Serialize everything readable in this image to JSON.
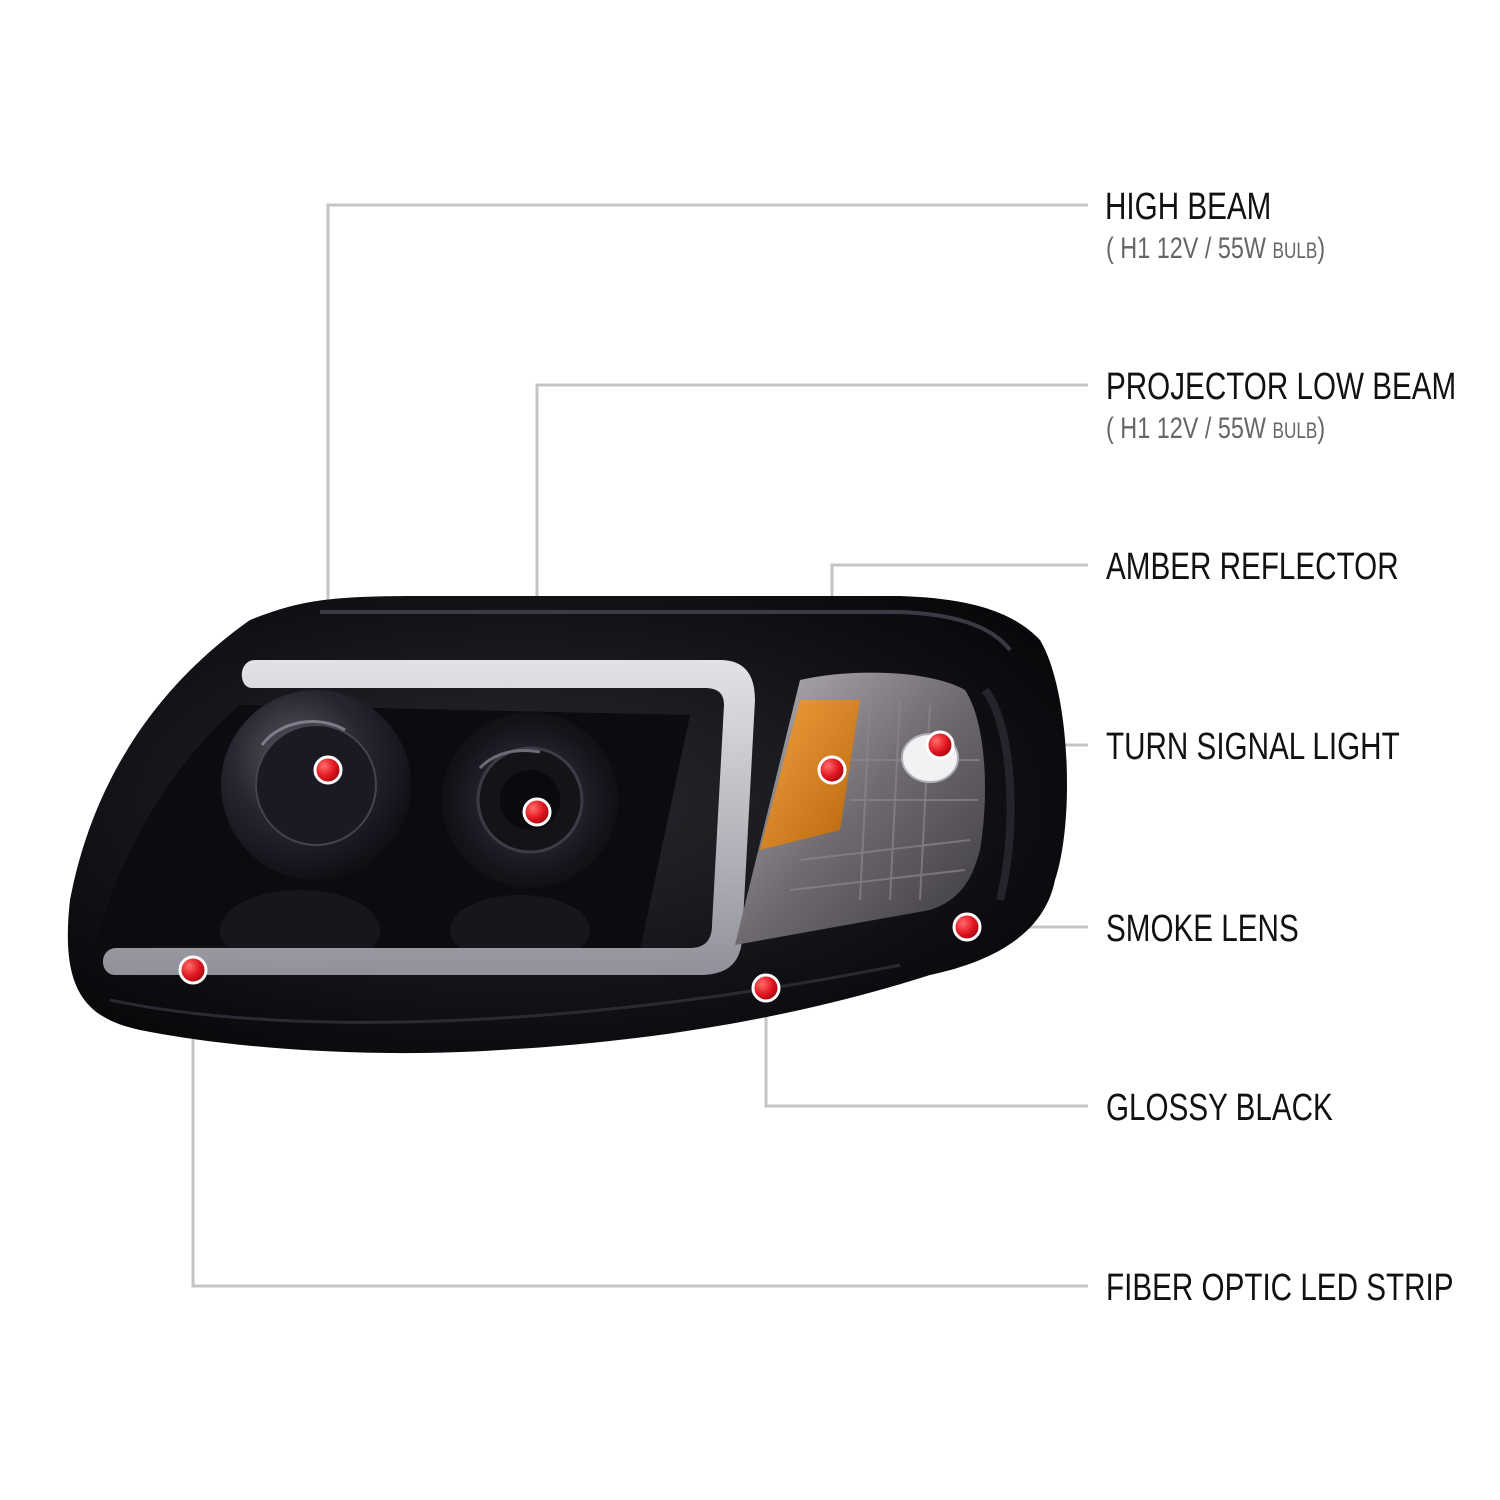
{
  "callouts": [
    {
      "id": "high-beam",
      "label": "HIGH BEAM",
      "sub_open": "(",
      "sub_main": "H1 12V / 55W",
      "sub_unit": "BULB",
      "sub_close": ")"
    },
    {
      "id": "projector-low-beam",
      "label": "PROJECTOR LOW BEAM",
      "sub_open": "(",
      "sub_main": "H1 12V / 55W",
      "sub_unit": "BULB",
      "sub_close": ")"
    },
    {
      "id": "amber-reflector",
      "label": "AMBER REFLECTOR"
    },
    {
      "id": "turn-signal-light",
      "label": "TURN SIGNAL LIGHT"
    },
    {
      "id": "smoke-lens",
      "label": "SMOKE LENS"
    },
    {
      "id": "glossy-black",
      "label": "GLOSSY BLACK"
    },
    {
      "id": "fiber-optic-led-strip",
      "label": "FIBER OPTIC LED STRIP"
    }
  ],
  "colors": {
    "leader_line": "#c4c4c4",
    "marker_red": "#e0141e",
    "housing_black": "#0c0c10",
    "amber": "#d9861c",
    "led_strip": "#d9d9de"
  }
}
